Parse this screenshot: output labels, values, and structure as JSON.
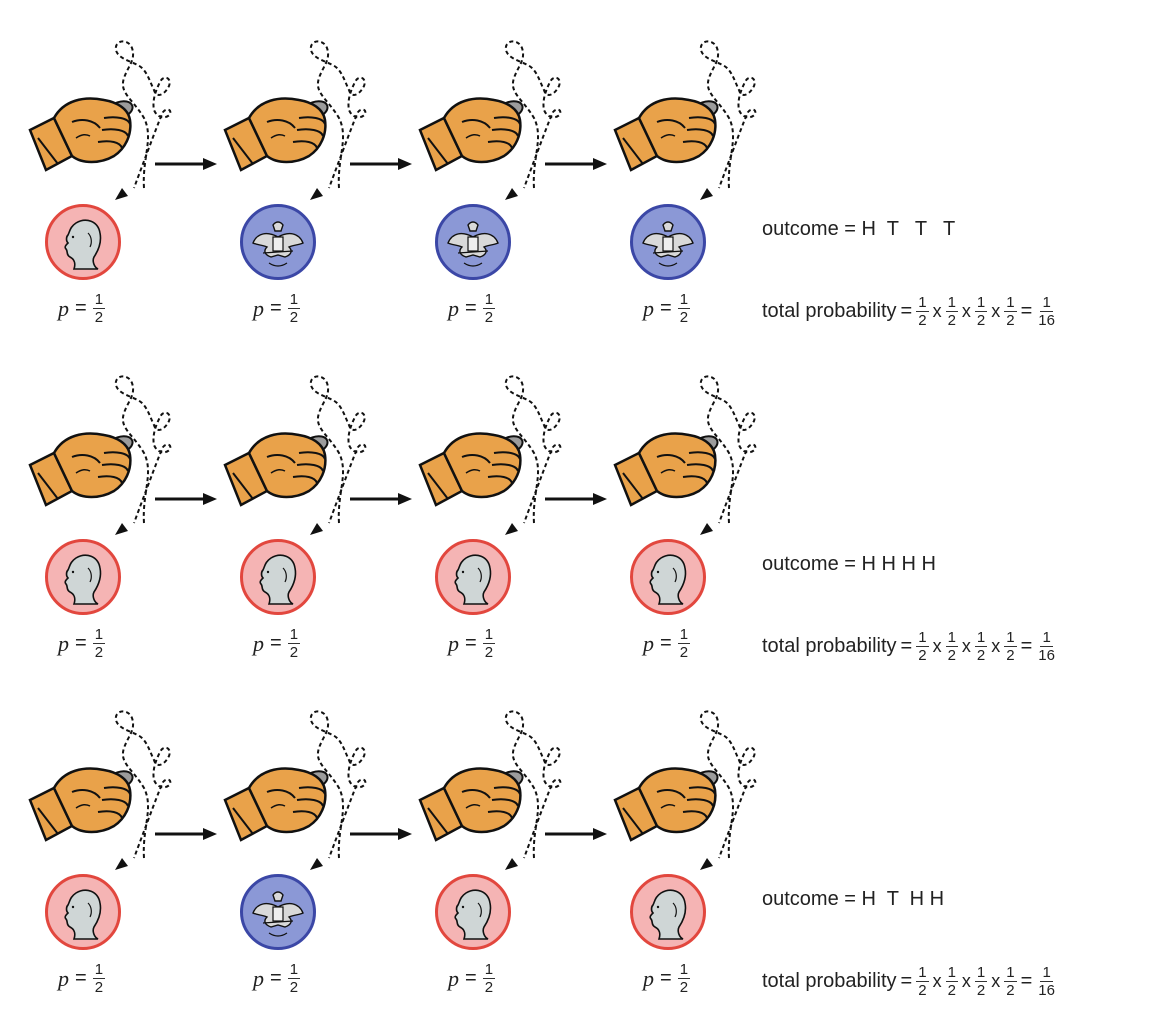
{
  "colors": {
    "heads_fill": "#f5b4b4",
    "heads_border": "#e2473e",
    "tails_fill": "#8b98d6",
    "tails_border": "#3b47a6",
    "hand": "#e9a24a"
  },
  "labels": {
    "p_symbol": "p",
    "equals": "=",
    "outcome_label": "outcome",
    "total_label": "total probability",
    "times": "x",
    "one": "1",
    "two": "2",
    "sixteen": "16"
  },
  "rows": [
    {
      "outcome": "H  T   T   T",
      "flips": [
        {
          "face": "heads",
          "icon": "washington-portrait-icon"
        },
        {
          "face": "tails",
          "icon": "eagle-icon"
        },
        {
          "face": "tails",
          "icon": "eagle-icon"
        },
        {
          "face": "tails",
          "icon": "eagle-icon"
        }
      ]
    },
    {
      "outcome": "H H H H",
      "flips": [
        {
          "face": "heads",
          "icon": "washington-portrait-icon"
        },
        {
          "face": "heads",
          "icon": "washington-portrait-icon"
        },
        {
          "face": "heads",
          "icon": "washington-portrait-icon"
        },
        {
          "face": "heads",
          "icon": "washington-portrait-icon"
        }
      ]
    },
    {
      "outcome": "H  T  H H",
      "flips": [
        {
          "face": "heads",
          "icon": "washington-portrait-icon"
        },
        {
          "face": "tails",
          "icon": "eagle-icon"
        },
        {
          "face": "heads",
          "icon": "washington-portrait-icon"
        },
        {
          "face": "heads",
          "icon": "washington-portrait-icon"
        }
      ]
    }
  ]
}
